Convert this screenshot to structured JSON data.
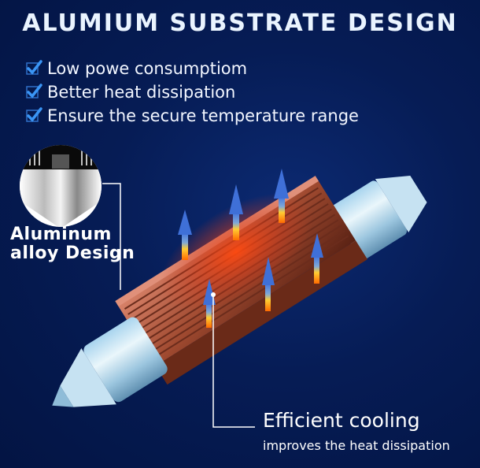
{
  "header": {
    "title": "ALUMIUM SUBSTRATE DESIGN"
  },
  "features": [
    {
      "icon": "checkbox-checked-icon",
      "label": "Low powe consumptiom"
    },
    {
      "icon": "checkbox-checked-icon",
      "label": "Better heat dissipation"
    },
    {
      "icon": "checkbox-checked-icon",
      "label": "Ensure the secure temperature range"
    }
  ],
  "callouts": {
    "aluminum": {
      "line1": "Aluminum",
      "line2": "alloy Design"
    },
    "cooling": {
      "title": "Efficient cooling",
      "subtitle": "improves the heat dissipation"
    }
  },
  "colors": {
    "background": "#061c55",
    "check": "#2f8ef0",
    "heat": "#ff4a10",
    "copper": "#b4563a",
    "metal": "#cfe6f3"
  }
}
